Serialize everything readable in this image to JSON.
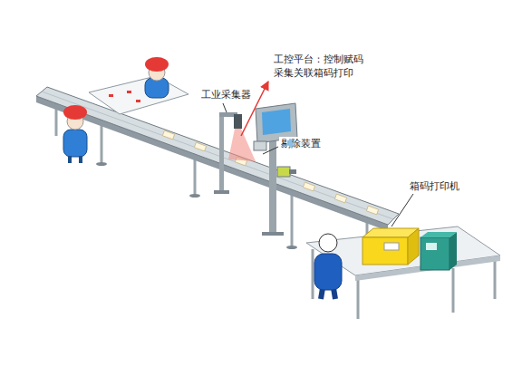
{
  "diagram": {
    "labels": [
      "工控平台：控制赋码 采集关联箱码打印",
      "工业采集器",
      "剔除装置",
      "箱码打印机"
    ]
  }
}
